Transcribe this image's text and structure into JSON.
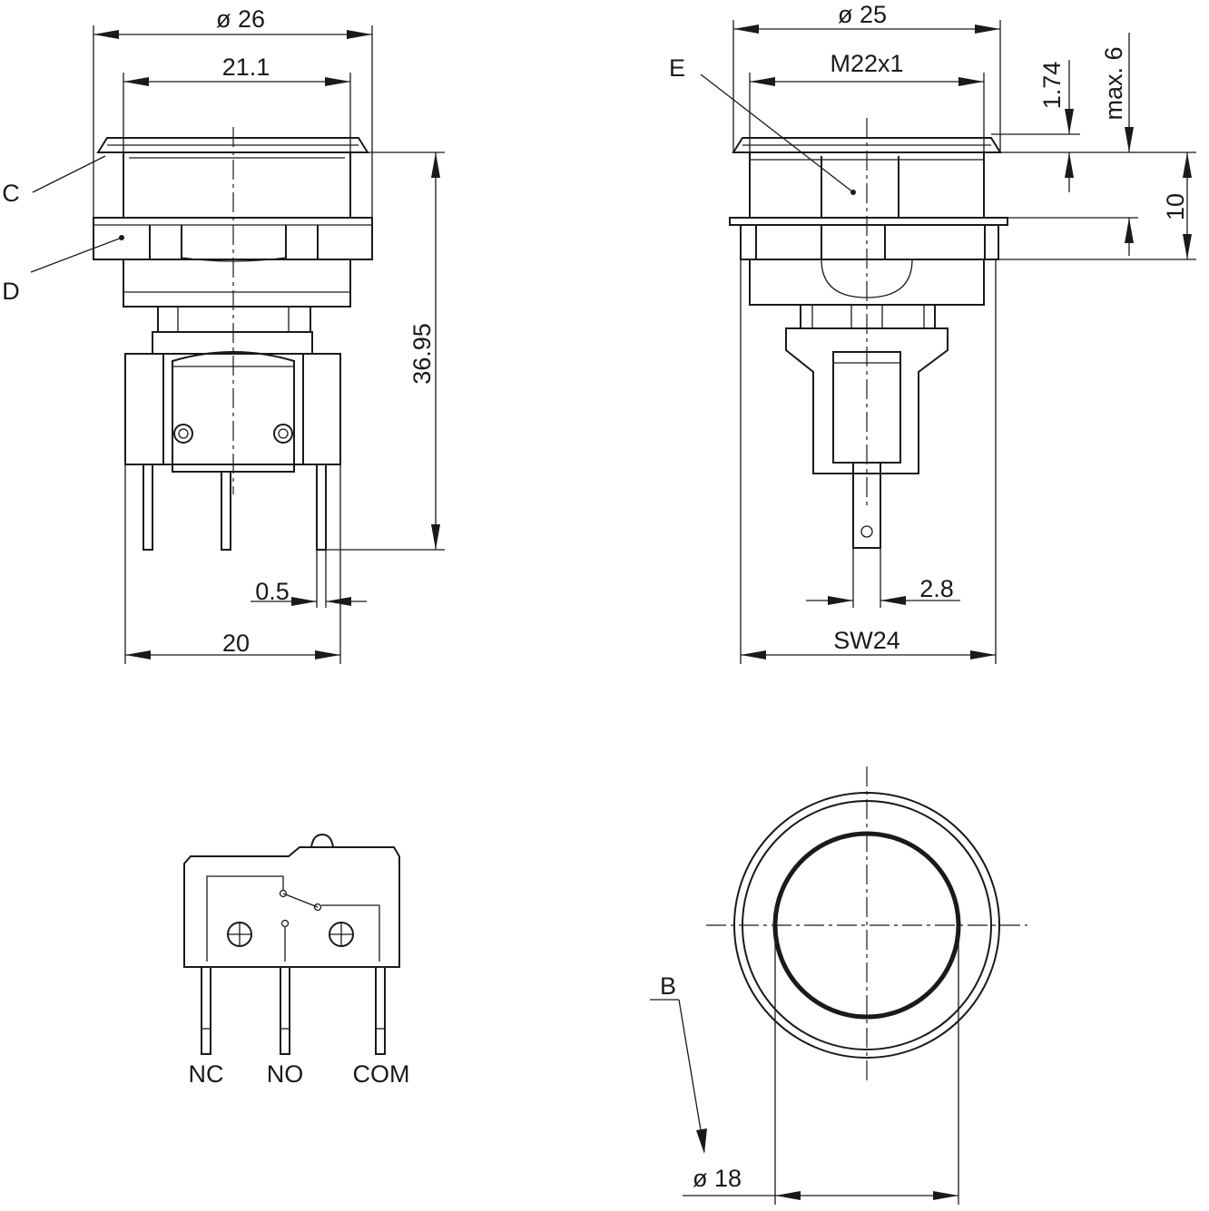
{
  "dimensions": {
    "dia_26": "ø 26",
    "w_21_1": "21.1",
    "h_36_95": "36.95",
    "t_0_5": "0.5",
    "w_20": "20",
    "dia_25": "ø 25",
    "thread": "M22x1",
    "h_1_74": "1.74",
    "max_6": "max. 6",
    "h_10": "10",
    "w_2_8": "2.8",
    "sw24": "SW24",
    "dia_18": "ø 18"
  },
  "callouts": {
    "c": "C",
    "d": "D",
    "e": "E",
    "b": "B"
  },
  "terminals": {
    "nc": "NC",
    "no": "NO",
    "com": "COM"
  }
}
